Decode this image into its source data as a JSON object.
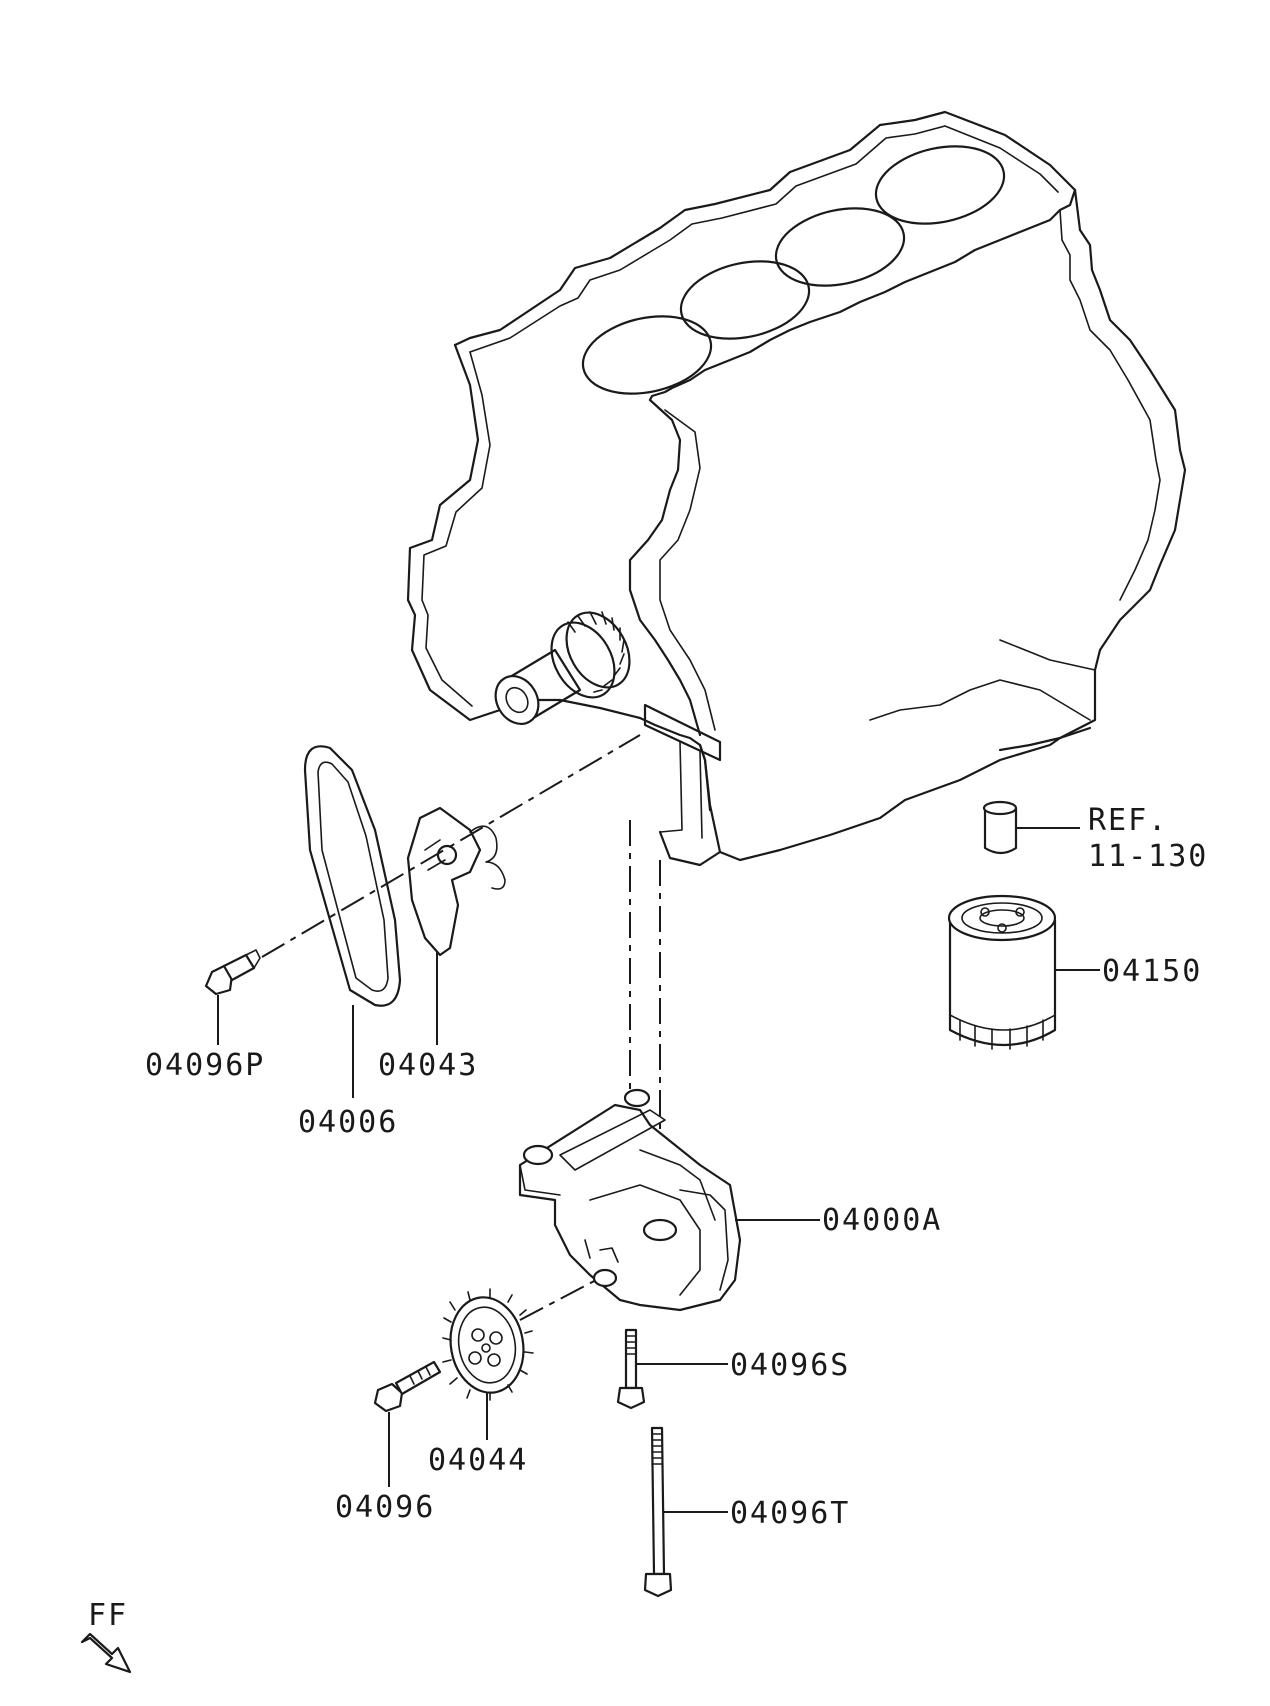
{
  "parts": {
    "p04096P": "04096P",
    "p04043": "04043",
    "p04006": "04006",
    "p04000A": "04000A",
    "p04096S": "04096S",
    "p04044": "04044",
    "p04096": "04096",
    "p04096T": "04096T",
    "p04150": "04150"
  },
  "reference": {
    "line1": "REF.",
    "line2": "11-130"
  },
  "direction": {
    "label": "FF",
    "icon": "front-arrow-icon"
  }
}
